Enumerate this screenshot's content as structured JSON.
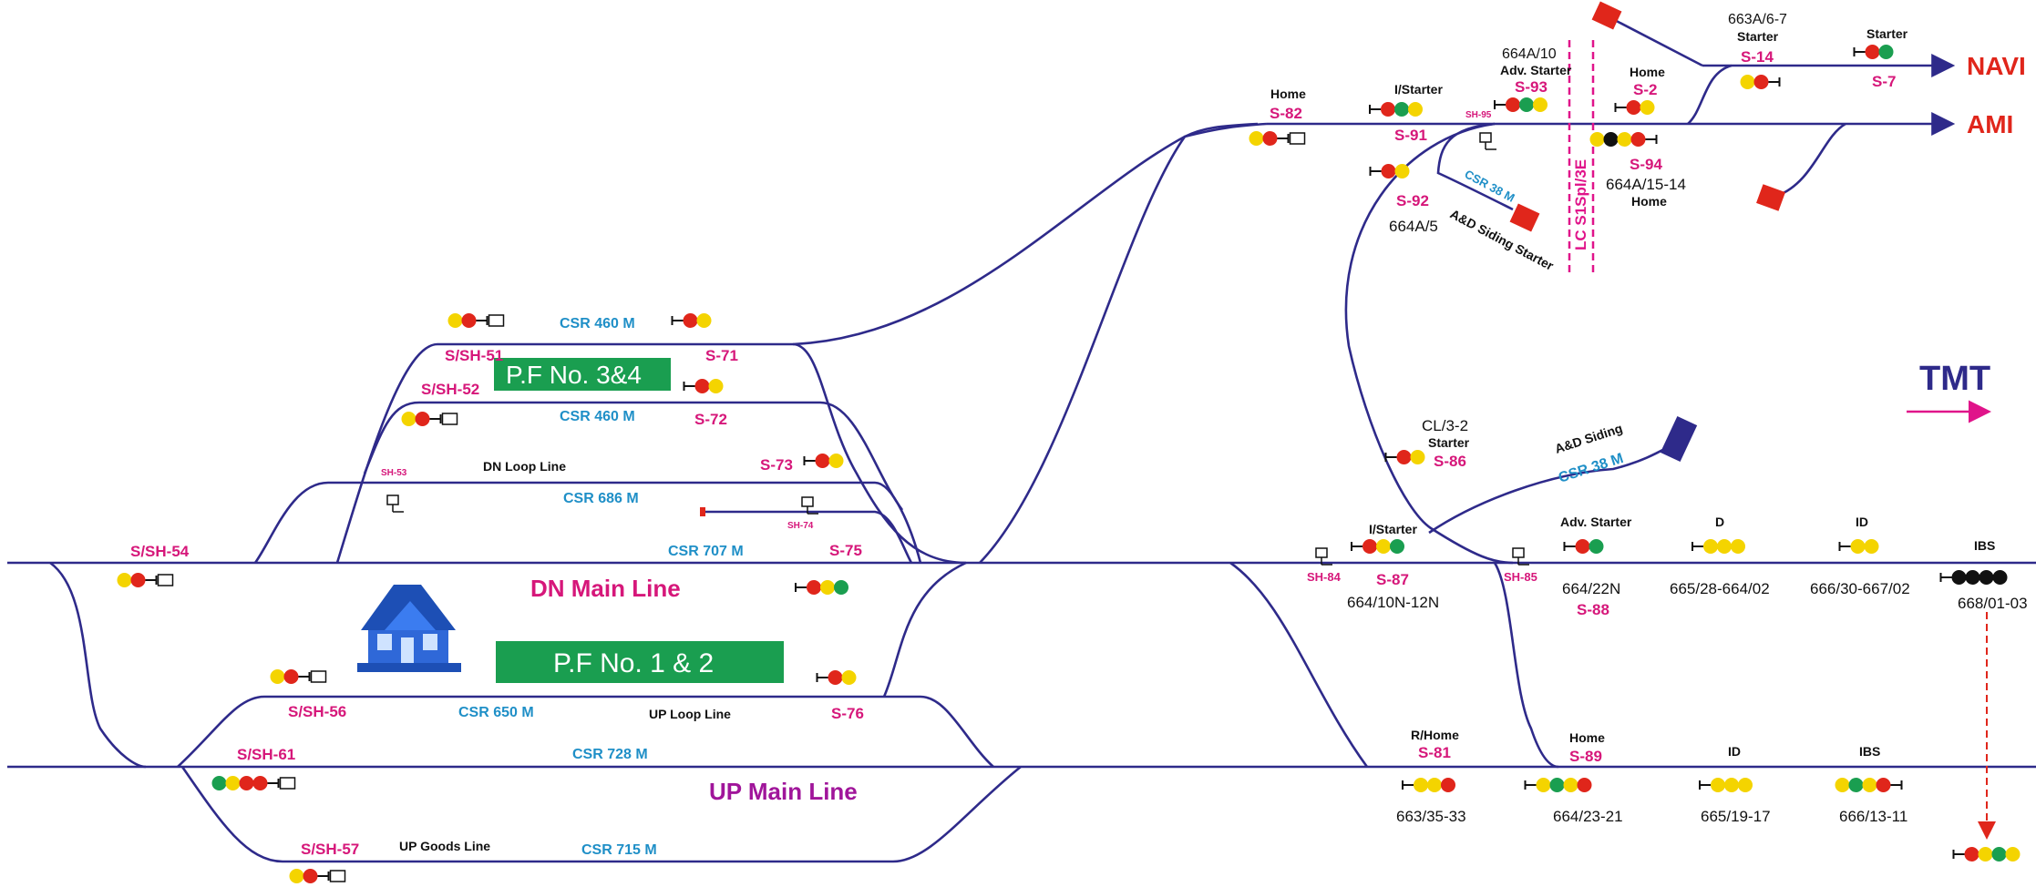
{
  "destinations": {
    "navi": "NAVI",
    "ami": "AMI",
    "tmt": "TMT"
  },
  "platforms": {
    "pf34": "P.F No. 3&4",
    "pf12": "P.F No. 1 & 2"
  },
  "lines": {
    "dn_main": "DN Main Line",
    "up_main": "UP Main Line",
    "dn_loop": "DN Loop Line",
    "up_loop": "UP Loop Line",
    "up_goods": "UP Goods Line",
    "ad_siding": "A&D Siding",
    "ad_siding_starter": "A&D Siding Starter",
    "lc": "LC S1Spl/3E"
  },
  "csr": {
    "c460a": "CSR 460 M",
    "c460b": "CSR 460 M",
    "c686": "CSR 686 M",
    "c707": "CSR 707 M",
    "c650": "CSR 650 M",
    "c728": "CSR 728 M",
    "c715": "CSR 715 M",
    "c38a": "CSR 38 M",
    "c38b": "CSR 38 M"
  },
  "signals": {
    "s51": "S/SH-51",
    "s52": "S/SH-52",
    "sh53": "SH-53",
    "s54": "S/SH-54",
    "s56": "S/SH-56",
    "s57": "S/SH-57",
    "s61": "S/SH-61",
    "s71": "S-71",
    "s72": "S-72",
    "s73": "S-73",
    "sh74": "SH-74",
    "s75": "S-75",
    "s76": "S-76",
    "s82": "S-82",
    "s91": "S-91",
    "sh95": "SH-95",
    "s93": "S-93",
    "s2": "S-2",
    "s14": "S-14",
    "s7": "S-7",
    "s94": "S-94",
    "s92": "S-92",
    "s86": "S-86",
    "s87": "S-87",
    "sh84": "SH-84",
    "sh85": "SH-85",
    "s88": "S-88",
    "s81": "S-81",
    "s89": "S-89"
  },
  "labels": {
    "home82": "Home",
    "istarter91": "I/Starter",
    "adv93a": "664A/10",
    "adv93b": "Adv. Starter",
    "home2": "Home",
    "s14a": "663A/6-7",
    "s14b": "Starter",
    "starter7": "Starter",
    "k94a": "664A/15-14",
    "k94b": "Home",
    "k92": "664A/5",
    "cl86a": "CL/3-2",
    "cl86b": "Starter",
    "istarter87": "I/Starter",
    "k87": "664/10N-12N",
    "adv88": "Adv. Starter",
    "k88": "664/22N",
    "d": "D",
    "kd": "665/28-664/02",
    "id1": "ID",
    "kid1": "666/30-667/02",
    "ibs1": "IBS",
    "kibs1": "668/01-03",
    "rhome81": "R/Home",
    "k81": "663/35-33",
    "home89": "Home",
    "k89": "664/23-21",
    "id2": "ID",
    "kid2": "665/19-17",
    "ibs2": "IBS",
    "kibs2": "666/13-11"
  },
  "colors": {
    "track": "#2e2a8a",
    "platform": "#1a9e50",
    "signal_red": "#e0261b",
    "signal_yellow": "#f4d400",
    "signal_green": "#1a9e50",
    "signal_black": "#111111",
    "destination": "#e0261b",
    "label_pink": "#d6177a",
    "label_blue": "#1f8fc7",
    "station_icon": "#1d4fb5"
  },
  "icons": [
    "station-building-icon",
    "buffer-stop-icon",
    "shunt-signal-icon",
    "signal-head-icon",
    "arrow-right-icon"
  ]
}
